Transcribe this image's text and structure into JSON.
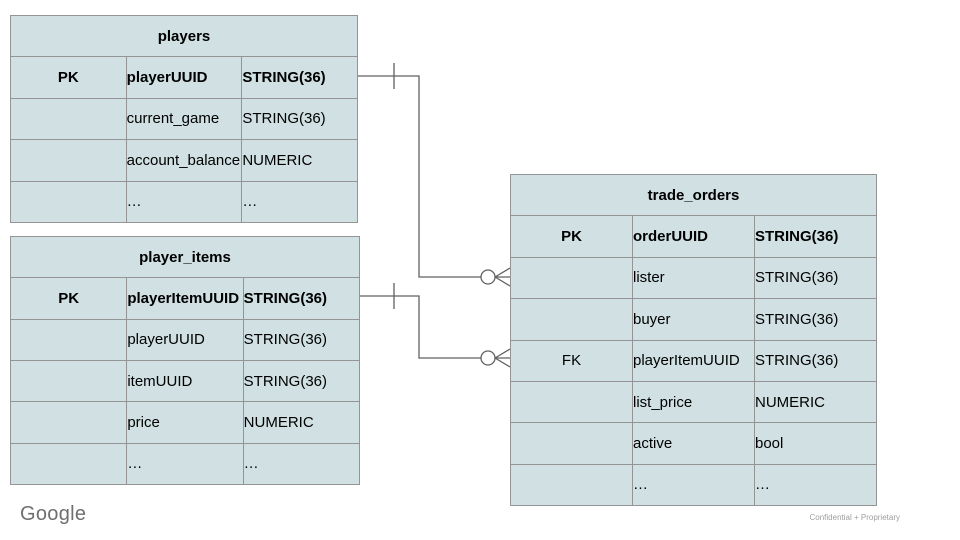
{
  "slide": {
    "footer": {
      "brand": "Google",
      "confidentiality": "Confidential + Proprietary"
    }
  },
  "colors": {
    "table_fill": "#d0e0e3",
    "table_border": "#949494",
    "connector": "#616161",
    "text": "#000000",
    "footer_brand": "#6f6f6f",
    "footer_note": "#9e9e9e",
    "slide_bg": "#ffffff"
  },
  "tables": [
    {
      "id": "players",
      "title": "players",
      "rows": [
        {
          "key": "PK",
          "name": "playerUUID",
          "type": "STRING(36)",
          "bold": true
        },
        {
          "key": "",
          "name": "current_game",
          "type": "STRING(36)",
          "bold": false
        },
        {
          "key": "",
          "name": "account_balance",
          "type": "NUMERIC",
          "bold": false
        },
        {
          "key": "",
          "name": "…",
          "type": "…",
          "bold": false
        }
      ]
    },
    {
      "id": "player_items",
      "title": "player_items",
      "rows": [
        {
          "key": "PK",
          "name": "playerItemUUID",
          "type": "STRING(36)",
          "bold": true
        },
        {
          "key": "",
          "name": "playerUUID",
          "type": "STRING(36)",
          "bold": false
        },
        {
          "key": "",
          "name": "itemUUID",
          "type": "STRING(36)",
          "bold": false
        },
        {
          "key": "",
          "name": "price",
          "type": "NUMERIC",
          "bold": false
        },
        {
          "key": "",
          "name": "…",
          "type": "…",
          "bold": false
        }
      ]
    },
    {
      "id": "trade_orders",
      "title": "trade_orders",
      "rows": [
        {
          "key": "PK",
          "name": "orderUUID",
          "type": "STRING(36)",
          "bold": true
        },
        {
          "key": "",
          "name": "lister",
          "type": "STRING(36)",
          "bold": false
        },
        {
          "key": "",
          "name": "buyer",
          "type": "STRING(36)",
          "bold": false
        },
        {
          "key": "FK",
          "name": "playerItemUUID",
          "type": "STRING(36)",
          "bold": false
        },
        {
          "key": "",
          "name": "list_price",
          "type": "NUMERIC",
          "bold": false
        },
        {
          "key": "",
          "name": "active",
          "type": "bool",
          "bold": false
        },
        {
          "key": "",
          "name": "…",
          "type": "…",
          "bold": false
        }
      ]
    }
  ],
  "relationships": [
    {
      "from_table": "players",
      "from_field": "playerUUID",
      "to_table": "trade_orders",
      "to_field": "lister",
      "from_cardinality": "one",
      "to_cardinality": "zero-or-many"
    },
    {
      "from_table": "player_items",
      "from_field": "playerItemUUID",
      "to_table": "trade_orders",
      "to_field": "playerItemUUID",
      "from_cardinality": "one",
      "to_cardinality": "zero-or-many"
    }
  ]
}
